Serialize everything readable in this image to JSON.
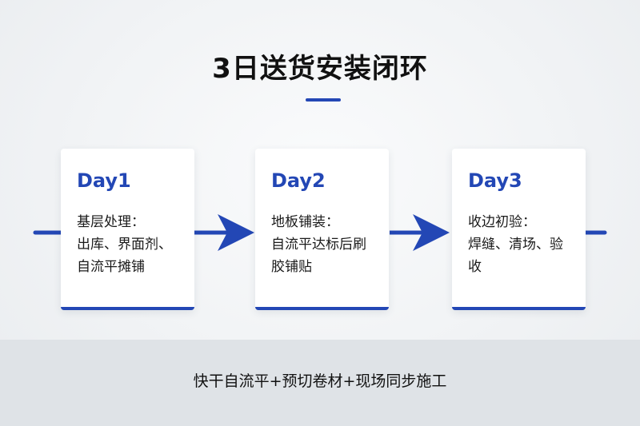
{
  "title": "3日送货安装闭环",
  "colors": {
    "accent": "#2347b5",
    "background": "#f1f3f5",
    "footer_band": "#dfe3e7"
  },
  "steps": [
    {
      "day": "Day1",
      "text": "基层处理：\n出库、界面剂、\n自流平摊铺"
    },
    {
      "day": "Day2",
      "text": "地板铺装：\n自流平达标后刷\n胶铺贴"
    },
    {
      "day": "Day3",
      "text": "收边初验：\n焊缝、清场、验\n收"
    }
  ],
  "footer": "快干自流平+预切卷材+现场同步施工"
}
